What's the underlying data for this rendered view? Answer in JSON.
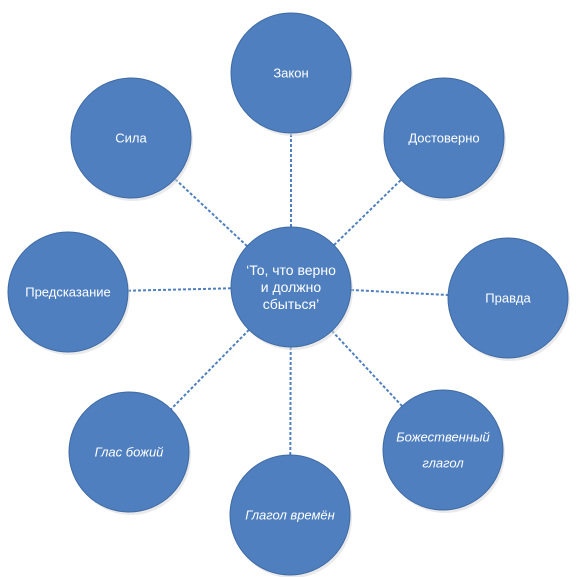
{
  "center": {
    "lines": [
      "‘То, что верно",
      "и должно",
      "сбыться’"
    ]
  },
  "nodes": [
    {
      "id": "zakon",
      "lines": [
        "Закон"
      ],
      "italic": false
    },
    {
      "id": "dostoverno",
      "lines": [
        "Достоверно"
      ],
      "italic": false
    },
    {
      "id": "pravda",
      "lines": [
        "Правда"
      ],
      "italic": false
    },
    {
      "id": "bozhestvenny-glagol",
      "lines": [
        "Божественный",
        "глагол"
      ],
      "italic": true
    },
    {
      "id": "glagol-vremen",
      "lines": [
        "Глагол времён"
      ],
      "italic": true
    },
    {
      "id": "glas-bozhiy",
      "lines": [
        "Глас божий"
      ],
      "italic": true
    },
    {
      "id": "predskazanie",
      "lines": [
        "Предсказание"
      ],
      "italic": false
    },
    {
      "id": "sila",
      "lines": [
        "Сила"
      ],
      "italic": false
    }
  ],
  "colors": {
    "node_fill": "#4f7fbf",
    "node_stroke": "#3f6aa3",
    "connector": "#4f7fbf",
    "text": "#ffffff"
  }
}
